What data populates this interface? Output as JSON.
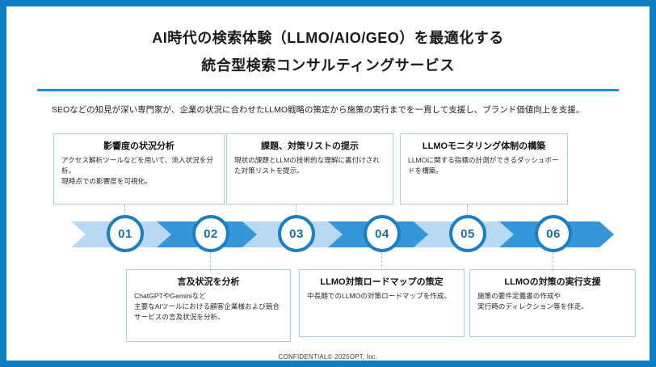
{
  "slide": {
    "border_color": "#0d80c4",
    "accent_color": "#1b8fd0",
    "chevron_light": "#b9d8f4",
    "chevron_dark": "#3596da",
    "circle_ring": "#1b7fc4",
    "card_border": "#a9cdeb"
  },
  "title": {
    "line1": "AI時代の検索体験（LLMO/AIO/GEO）を最適化する",
    "line2": "統合型検索コンサルティングサービス"
  },
  "lead": "SEOなどの知見が深い専門家が、企業の状況に合わせたLLMO戦略の策定から施策の実行までを一貫して支援し、ブランド価値向上を支援。",
  "steps": [
    {
      "number": "01",
      "position": "top",
      "chevron_style": "light",
      "title": "影響度の状況分析",
      "body": "アクセス解析ツールなどを用いて、流入状況を分析。\n現時点での影響度を可視化。"
    },
    {
      "number": "02",
      "position": "bottom",
      "chevron_style": "dark",
      "title": "言及状況を分析",
      "body": "ChatGPTやGeminiなど\n主要なAIツールにおける顧客企業様および競合サービスの言及状況を分析。"
    },
    {
      "number": "03",
      "position": "top",
      "chevron_style": "light",
      "title": "課題、対策リストの提示",
      "body": "現状の課題とLLMの技術的な理解に裏付けされた対策リストを提示。"
    },
    {
      "number": "04",
      "position": "bottom",
      "chevron_style": "dark",
      "title": "LLMO対策ロードマップの策定",
      "body": "中長期でのLLMOの対策ロードマップを作成。"
    },
    {
      "number": "05",
      "position": "top",
      "chevron_style": "light",
      "title": "LLMOモニタリング体制の構築",
      "body": "LLMOに関する指標の計測ができるダッシュボードを構築。"
    },
    {
      "number": "06",
      "position": "bottom",
      "chevron_style": "dark",
      "title": "LLMOの対策の実行支援",
      "body": "施策の要件定義書の作成や\n実行時のディレクション等を伴走。"
    }
  ],
  "footer": "CONFIDENTIAL© 2025OPT, Inc."
}
